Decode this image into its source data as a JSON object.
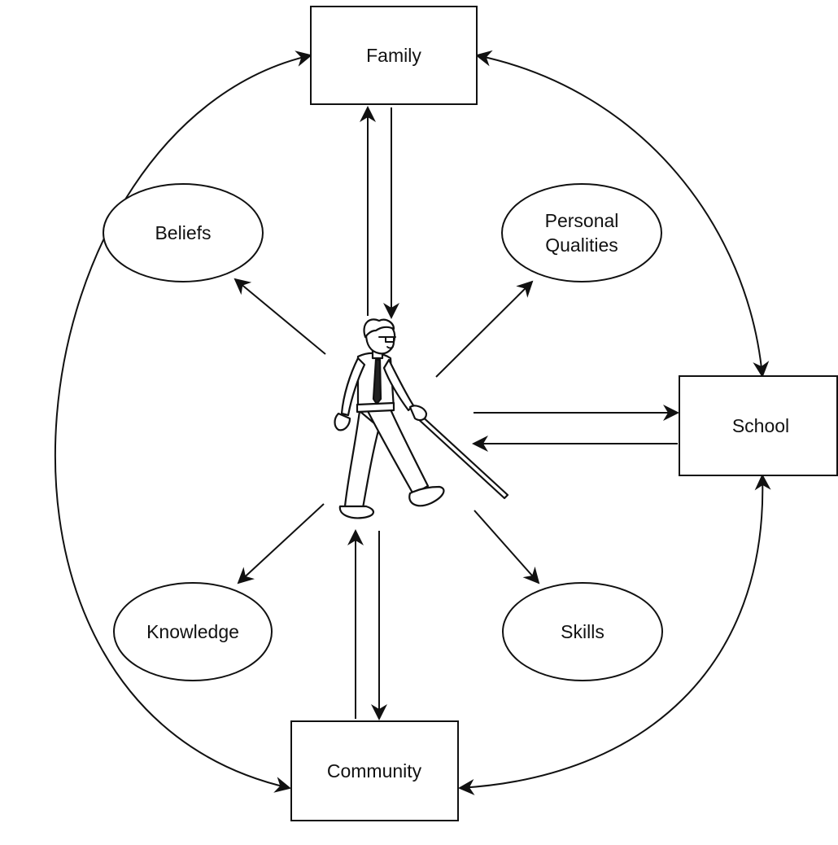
{
  "boxes": {
    "family": "Family",
    "school": "School",
    "community": "Community"
  },
  "ovals": {
    "beliefs": "Beliefs",
    "personal_qualities_line1": "Personal",
    "personal_qualities_line2": "Qualities",
    "knowledge": "Knowledge",
    "skills": "Skills"
  },
  "figure": {
    "icon": "person-walking-with-white-cane-icon"
  },
  "colors": {
    "ink": "#111111",
    "background": "#ffffff"
  }
}
